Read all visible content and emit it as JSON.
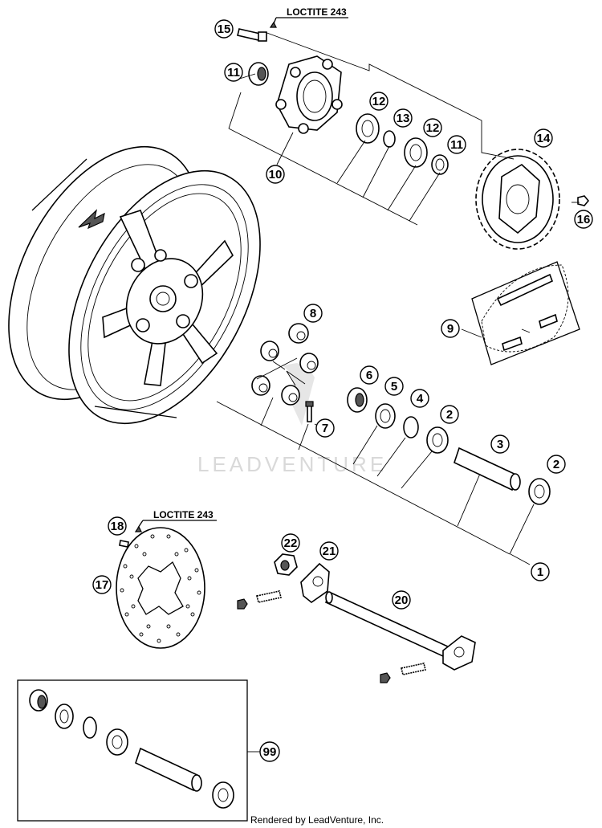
{
  "notes": {
    "loctite_top": "LOCTITE 243",
    "loctite_brake": "LOCTITE 243"
  },
  "watermark": "LEADVENTURE",
  "footer": "Rendered by LeadVenture, Inc.",
  "callouts": [
    "15",
    "11",
    "10",
    "12",
    "13",
    "12",
    "11",
    "14",
    "16",
    "9",
    "8",
    "7",
    "6",
    "5",
    "4",
    "2",
    "3",
    "2",
    "1",
    "18",
    "17",
    "22",
    "21",
    "20",
    "99"
  ],
  "colors": {
    "line": "#000000",
    "watermark": "#d9d9d9",
    "background": "#ffffff"
  }
}
